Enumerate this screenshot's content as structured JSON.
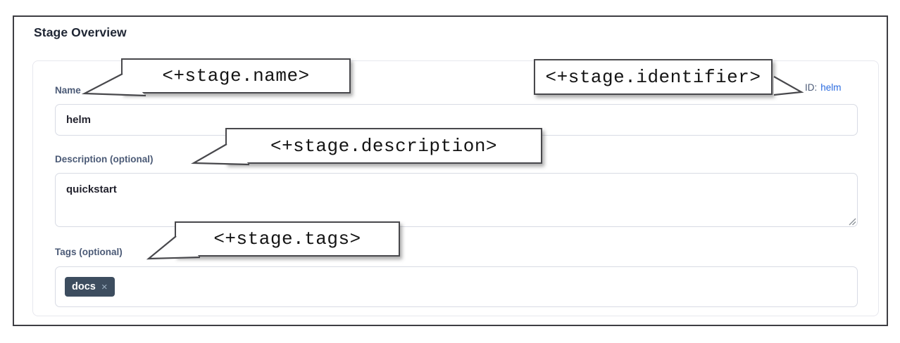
{
  "page": {
    "title": "Stage Overview"
  },
  "form": {
    "name": {
      "label": "Name",
      "value": "helm"
    },
    "id": {
      "label": "ID:",
      "value": "helm"
    },
    "description": {
      "label": "Description (optional)",
      "value": "quickstart"
    },
    "tags": {
      "label": "Tags (optional)",
      "chips": [
        {
          "text": "docs"
        }
      ]
    }
  },
  "icons": {
    "close": "×"
  },
  "callouts": [
    {
      "target": "name",
      "text": "<+stage.name>"
    },
    {
      "target": "identifier",
      "text": "<+stage.identifier>"
    },
    {
      "target": "description",
      "text": "<+stage.description>"
    },
    {
      "target": "tags",
      "text": "<+stage.tags>"
    }
  ],
  "colors": {
    "accent_blue": "#2a6be0",
    "chip_bg": "#3d4d5f",
    "label_slate": "#4b5a76",
    "frame_border": "#3e3e43",
    "callout_border": "#48484c",
    "input_border": "#d8dbe4"
  }
}
